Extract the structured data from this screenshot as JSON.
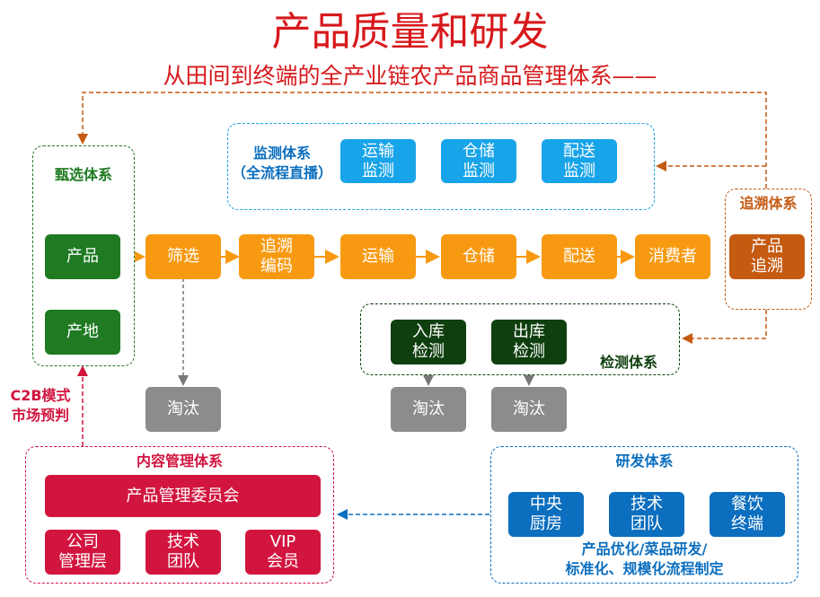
{
  "title": "产品质量和研发",
  "subtitle": "从田间到终端的全产业链农产品商品管理体系——",
  "selection": {
    "label": "甄选体系",
    "product": "产品",
    "origin": "产地"
  },
  "monitoring": {
    "label": "监测体系\n（全流程直播）",
    "items": [
      "运输\n监测",
      "仓储\n监测",
      "配送\n监测"
    ]
  },
  "flow": [
    "筛选",
    "追溯\n编码",
    "运输",
    "仓储",
    "配送",
    "消费者"
  ],
  "traceability": {
    "label": "追溯体系",
    "item": "产品\n追溯"
  },
  "inspection": {
    "label": "检测体系",
    "items": [
      "入库\n检测",
      "出库\n检测"
    ]
  },
  "eliminate": [
    "淘汰",
    "淘汰",
    "淘汰"
  ],
  "c2b": "C2B模式\n市场预判",
  "content": {
    "label": "内容管理体系",
    "committee": "产品管理委员会",
    "members": [
      "公司\n管理层",
      "技术\n团队",
      "VIP\n会员"
    ]
  },
  "rnd": {
    "label": "研发体系",
    "items": [
      "中央\n厨房",
      "技术\n团队",
      "餐饮\n终端"
    ],
    "caption": "产品优化/菜品研发/\n标准化、规模化流程制定"
  },
  "colors": {
    "red": "#d7191c",
    "green": "#1f7a22",
    "orange": "#f79a12",
    "blue": "#18a4e8",
    "brown": "#c55a11",
    "crimson": "#d2153f",
    "royal": "#0b6ebe",
    "gray": "#8c8c8c"
  }
}
